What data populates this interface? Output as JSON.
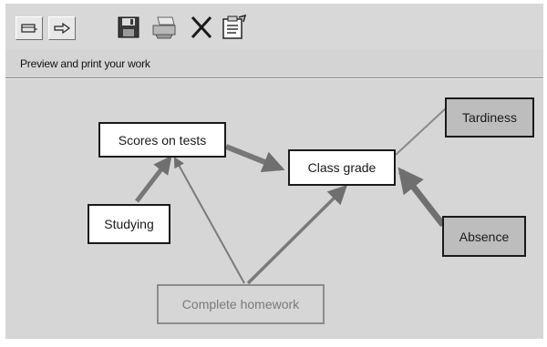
{
  "toolbar": {
    "buttons": [
      {
        "name": "open-icon"
      },
      {
        "name": "forward-arrow-icon"
      }
    ],
    "icons": [
      {
        "name": "save-disk-icon"
      },
      {
        "name": "printer-icon"
      },
      {
        "name": "delete-x-icon"
      },
      {
        "name": "clipboard-icon"
      }
    ]
  },
  "status": {
    "text": "Preview and print your work"
  },
  "diagram": {
    "nodes": {
      "scores": "Scores on tests",
      "class_grade": "Class grade",
      "tardiness": "Tardiness",
      "studying": "Studying",
      "absence": "Absence",
      "homework": "Complete homework"
    }
  },
  "colors": {
    "background": "#d6d6d6",
    "node_border": "#1a1a1a",
    "link": "#7a7a7a"
  }
}
